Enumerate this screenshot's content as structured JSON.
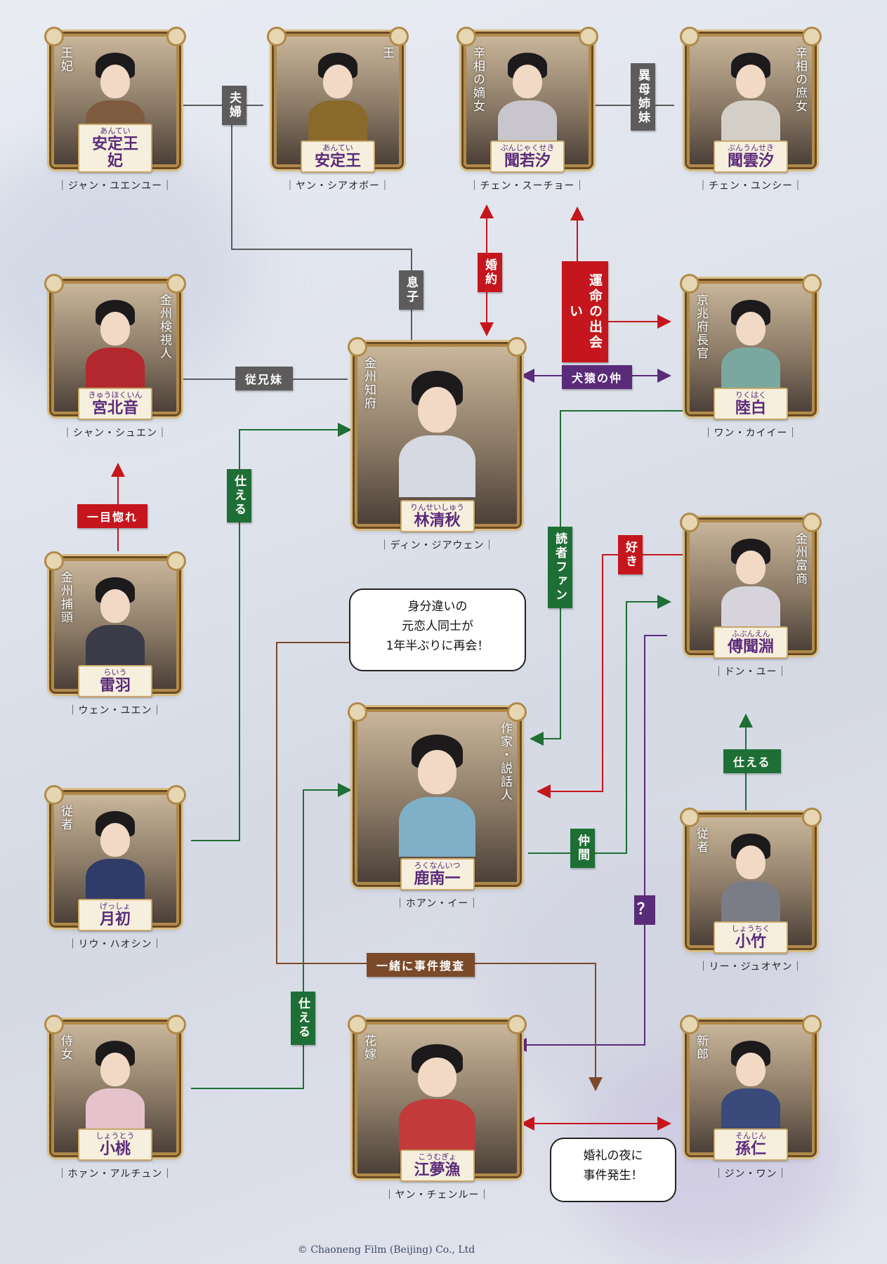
{
  "characters": {
    "anteiouhi": {
      "ruby": "あんてい",
      "name": "安定王妃",
      "role": "王妃",
      "actor": "｜ジャン・ユエンユー｜"
    },
    "anteiou": {
      "ruby": "あんてい",
      "name": "安定王",
      "role": "王",
      "actor": "｜ヤン・シアオボー｜"
    },
    "bunjakuseki": {
      "ruby": "ぶんじゃくせき",
      "name": "聞若汐",
      "role": "辛相の嫡女",
      "actor": "｜チェン・スーチョー｜"
    },
    "bununseki": {
      "ruby": "ぶんうんせき",
      "name": "聞雲汐",
      "role": "辛相の庶女",
      "actor": "｜チェン・ユンシー｜"
    },
    "kyuuhokuin": {
      "ruby": "きゅうほくいん",
      "name": "宮北音",
      "role": "金州検視人",
      "actor": "｜シャン・シュエン｜"
    },
    "rinseishuu": {
      "ruby": "りんせいしゅう",
      "name": "林清秋",
      "role": "金州知府",
      "actor": "｜ディン・ジアウェン｜"
    },
    "rikuhaku": {
      "ruby": "りくはく",
      "name": "陸白",
      "role": "京兆府長官",
      "actor": "｜ワン・カイイー｜"
    },
    "raiu": {
      "ruby": "らいう",
      "name": "雷羽",
      "role": "金州捕頭",
      "actor": "｜ウェン・ユエン｜"
    },
    "fubunen": {
      "ruby": "ふぶんえん",
      "name": "傅聞淵",
      "role": "金州富商",
      "actor": "｜ドン・ユー｜"
    },
    "rokunanitsu": {
      "ruby": "ろくなんいつ",
      "name": "鹿南一",
      "role": "作家・説話人",
      "actor": "｜ホアン・イー｜"
    },
    "gessho": {
      "ruby": "げっしょ",
      "name": "月初",
      "role": "従者",
      "actor": "｜リウ・ハオシン｜"
    },
    "shouchiku": {
      "ruby": "しょうちく",
      "name": "小竹",
      "role": "従者",
      "actor": "｜リー・ジュオヤン｜"
    },
    "shoutou": {
      "ruby": "しょうとう",
      "name": "小桃",
      "role": "侍女",
      "actor": "｜ホァン・アルチュン｜"
    },
    "koumugyo": {
      "ruby": "こうむぎょ",
      "name": "江夢漁",
      "role": "花嫁",
      "actor": "｜ヤン・チェンルー｜"
    },
    "sonjin": {
      "ruby": "そんじん",
      "name": "孫仁",
      "role": "新郎",
      "actor": "｜ジン・ワン｜"
    }
  },
  "relations": {
    "fuufu": "夫婦",
    "imoshimai": "異母姉妹",
    "musuko": "息子",
    "konyaku": "婚約",
    "unmei": "運命の出会い",
    "juukeimai": "従兄妹",
    "kenen": "犬猿の仲",
    "hitomebore": "一目惚れ",
    "tsukaeru_a": "仕える",
    "tsukaeru_b": "仕える",
    "tsukaeru_c": "仕える",
    "dokusha": "読者ファン",
    "suki": "好き",
    "nakama": "仲間",
    "question": "？",
    "issho": "一緒に事件捜査"
  },
  "bubbles": {
    "reunion": [
      "身分違いの",
      "元恋人同士が",
      "1年半ぶりに再会！"
    ],
    "wedding": [
      "婚礼の夜に",
      "事件発生！"
    ]
  },
  "colors": {
    "gray": "#5d5b5c",
    "red": "#c4161c",
    "green": "#1e6f35",
    "purple": "#5a2b79",
    "brown": "#7a4a2a",
    "gold": "#b08a4a"
  },
  "copyright": "© Chaoneng Film (Beijing) Co., Ltd"
}
